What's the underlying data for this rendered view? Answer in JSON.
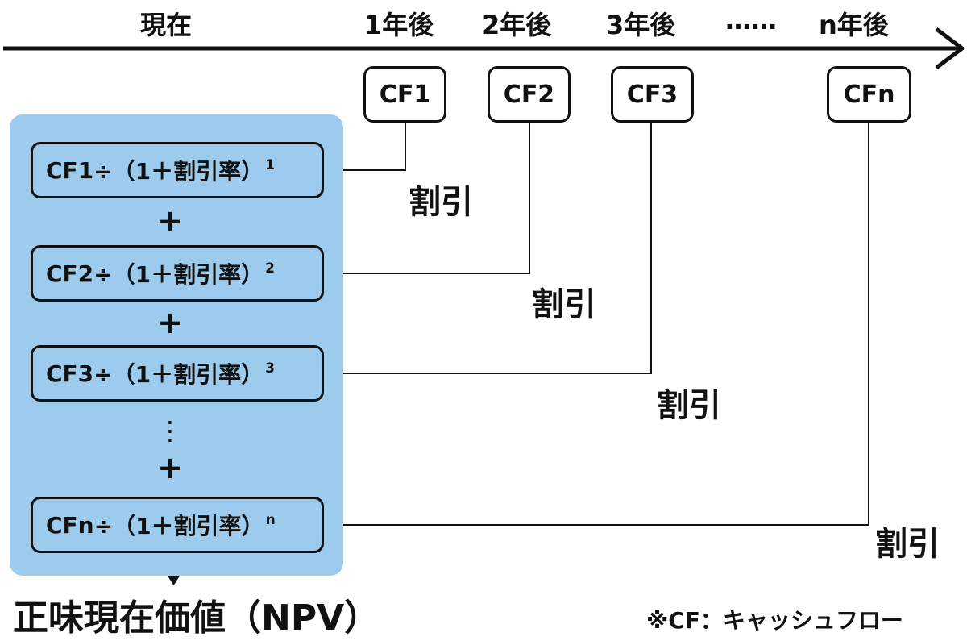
{
  "timeline": {
    "labels": [
      "現在",
      "1年後",
      "2年後",
      "3年後",
      "……",
      "n年後"
    ]
  },
  "cash_flows": [
    "CF1",
    "CF2",
    "CF3",
    "CFn"
  ],
  "formulas": [
    {
      "cf": "CF1",
      "expr": "÷（1＋割引率）",
      "exp": "1"
    },
    {
      "cf": "CF2",
      "expr": "÷（1＋割引率）",
      "exp": "2"
    },
    {
      "cf": "CF3",
      "expr": "÷（1＋割引率）",
      "exp": "3"
    },
    {
      "cf": "CFn",
      "expr": "÷（1＋割引率）",
      "exp": "n"
    }
  ],
  "plus": "+",
  "vertical_dots": "⋮",
  "discount_label": "割引",
  "result": "正味現在価値（NPV）",
  "footnote": "※CF：キャッシュフロー"
}
